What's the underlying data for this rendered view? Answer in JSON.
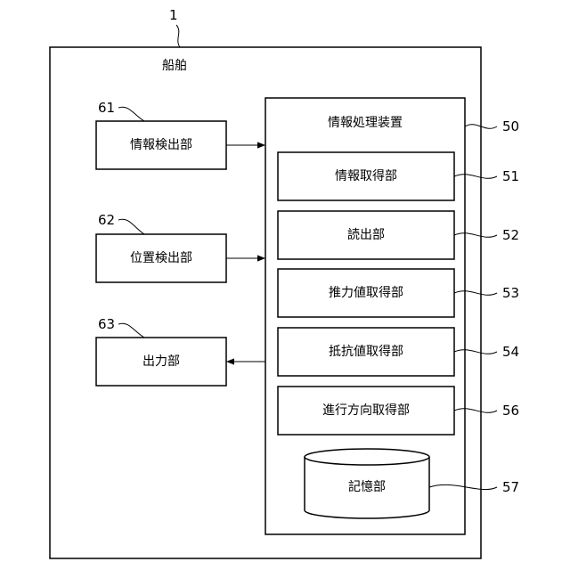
{
  "figure_ref": "1",
  "ship": {
    "label": "船舶"
  },
  "info_detector": {
    "label": "情報検出部",
    "ref": "61"
  },
  "position_detector": {
    "label": "位置検出部",
    "ref": "62"
  },
  "output": {
    "label": "出力部",
    "ref": "63"
  },
  "processor": {
    "label": "情報処理装置",
    "ref": "50",
    "units": [
      {
        "label": "情報取得部",
        "ref": "51"
      },
      {
        "label": "読出部",
        "ref": "52"
      },
      {
        "label": "推力値取得部",
        "ref": "53"
      },
      {
        "label": "抵抗値取得部",
        "ref": "54"
      },
      {
        "label": "進行方向取得部",
        "ref": "56"
      }
    ],
    "storage": {
      "label": "記憶部",
      "ref": "57"
    }
  }
}
